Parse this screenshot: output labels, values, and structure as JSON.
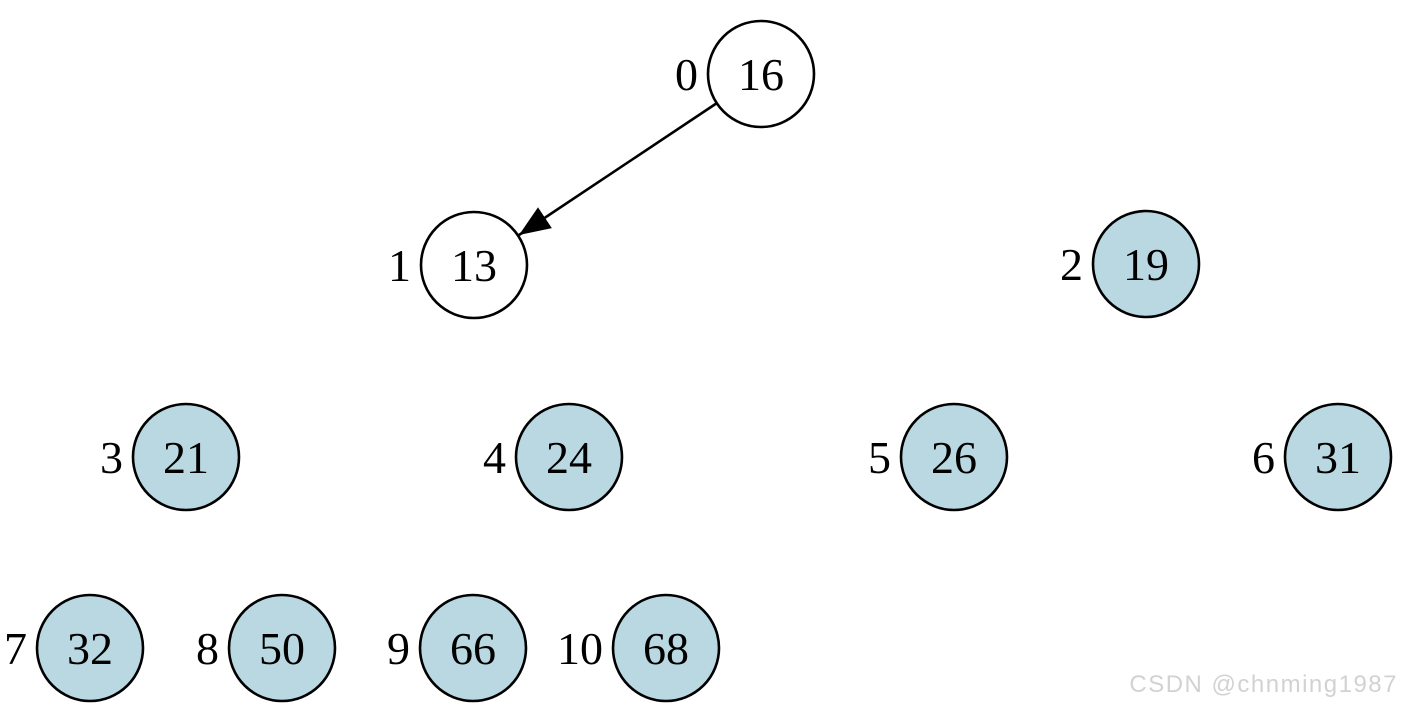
{
  "diagram": {
    "kind": "binary-heap-array-diagram",
    "nodes": [
      {
        "index": "0",
        "value": "16",
        "fill": "plain"
      },
      {
        "index": "1",
        "value": "13",
        "fill": "plain"
      },
      {
        "index": "2",
        "value": "19",
        "fill": "highlight"
      },
      {
        "index": "3",
        "value": "21",
        "fill": "highlight"
      },
      {
        "index": "4",
        "value": "24",
        "fill": "highlight"
      },
      {
        "index": "5",
        "value": "26",
        "fill": "highlight"
      },
      {
        "index": "6",
        "value": "31",
        "fill": "highlight"
      },
      {
        "index": "7",
        "value": "32",
        "fill": "highlight"
      },
      {
        "index": "8",
        "value": "50",
        "fill": "highlight"
      },
      {
        "index": "9",
        "value": "66",
        "fill": "highlight"
      },
      {
        "index": "10",
        "value": "68",
        "fill": "highlight"
      }
    ],
    "edges": [
      {
        "from": "0",
        "to": "1",
        "style": "arrow"
      }
    ],
    "colors": {
      "plain_fill": "#ffffff",
      "highlight_fill": "#b9d8e2",
      "stroke": "#000000"
    }
  },
  "watermark": {
    "text": "CSDN @chnming1987",
    "color": "#d2d2d2"
  }
}
